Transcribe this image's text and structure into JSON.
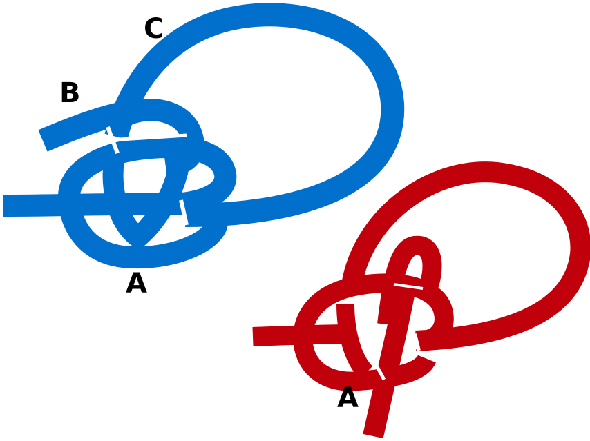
{
  "colors": {
    "blue_rope": "#0070CC",
    "red_rope": "#C0000A",
    "gap": "#ffffff",
    "label": "#000000"
  },
  "blue_knot": {
    "label_a": "A",
    "label_b": "B",
    "label_c": "C"
  },
  "red_knot": {
    "label_a": "A"
  }
}
